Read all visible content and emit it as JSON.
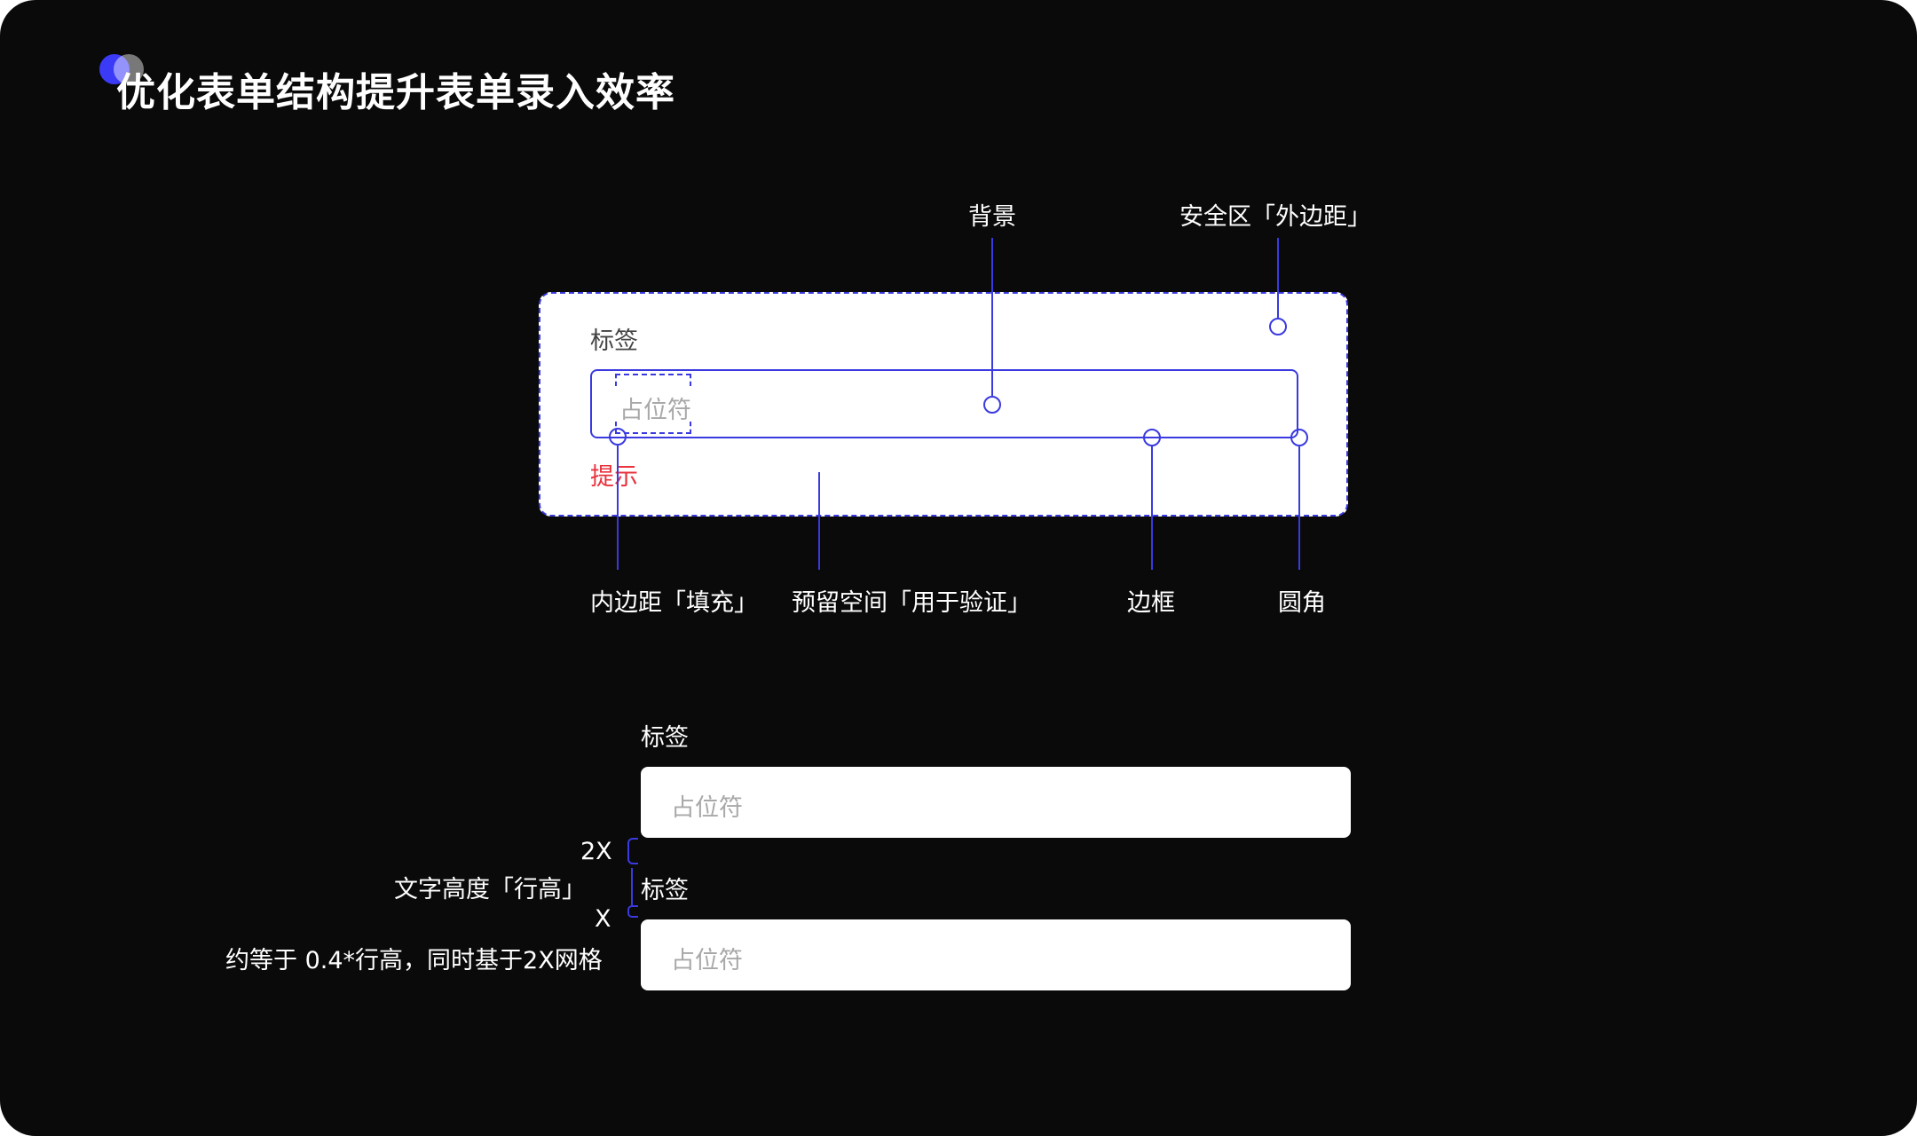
{
  "title": "优化表单结构提升表单录入效率",
  "diagram": {
    "field_label": "标签",
    "placeholder": "占位符",
    "hint": "提示",
    "callouts": {
      "background": "背景",
      "safe_area": "安全区「外边距」",
      "padding": "内边距「填充」",
      "reserved_space": "预留空间「用于验证」",
      "border": "边框",
      "corner_radius": "圆角"
    }
  },
  "spacing_example": {
    "label_1": "标签",
    "placeholder_1": "占位符",
    "label_2": "标签",
    "placeholder_2": "占位符",
    "gap_2x": "2X",
    "line_height_note": "文字高度「行高」",
    "gap_x": "X",
    "x_note": "约等于 0.4*行高，同时基于2X网格"
  },
  "colors": {
    "background": "#0a0a0a",
    "accent": "#3a3ae0",
    "error": "#e8323c",
    "surface": "#ffffff"
  }
}
